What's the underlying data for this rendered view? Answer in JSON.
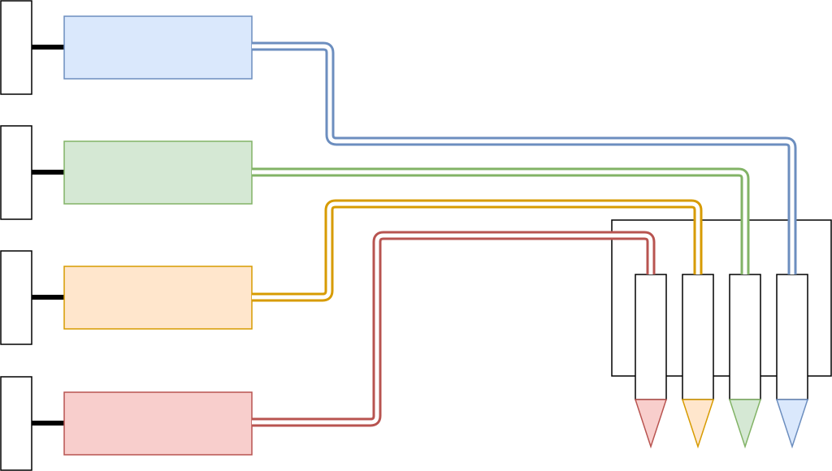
{
  "colors": {
    "outline": "#000000",
    "background": "#ffffff",
    "blue_stroke": "#6c8ebf",
    "blue_fill": "#dae8fc",
    "green_stroke": "#82b366",
    "green_fill": "#d5e8d4",
    "orange_stroke": "#d79b00",
    "orange_fill": "#ffe6cc",
    "red_stroke": "#b85450",
    "red_fill": "#f8cecc"
  },
  "reservoirs": [
    {
      "name": "blue-reservoir",
      "stroke": "#6c8ebf",
      "fill": "#dae8fc"
    },
    {
      "name": "green-reservoir",
      "stroke": "#82b366",
      "fill": "#d5e8d4"
    },
    {
      "name": "orange-reservoir",
      "stroke": "#d79b00",
      "fill": "#ffe6cc"
    },
    {
      "name": "red-reservoir",
      "stroke": "#b85450",
      "fill": "#f8cecc"
    }
  ],
  "nozzles": [
    {
      "name": "red-nozzle",
      "stroke": "#b85450",
      "fill": "#f8cecc"
    },
    {
      "name": "orange-nozzle",
      "stroke": "#d79b00",
      "fill": "#ffe6cc"
    },
    {
      "name": "green-nozzle",
      "stroke": "#82b366",
      "fill": "#d5e8d4"
    },
    {
      "name": "blue-nozzle",
      "stroke": "#6c8ebf",
      "fill": "#dae8fc"
    }
  ]
}
